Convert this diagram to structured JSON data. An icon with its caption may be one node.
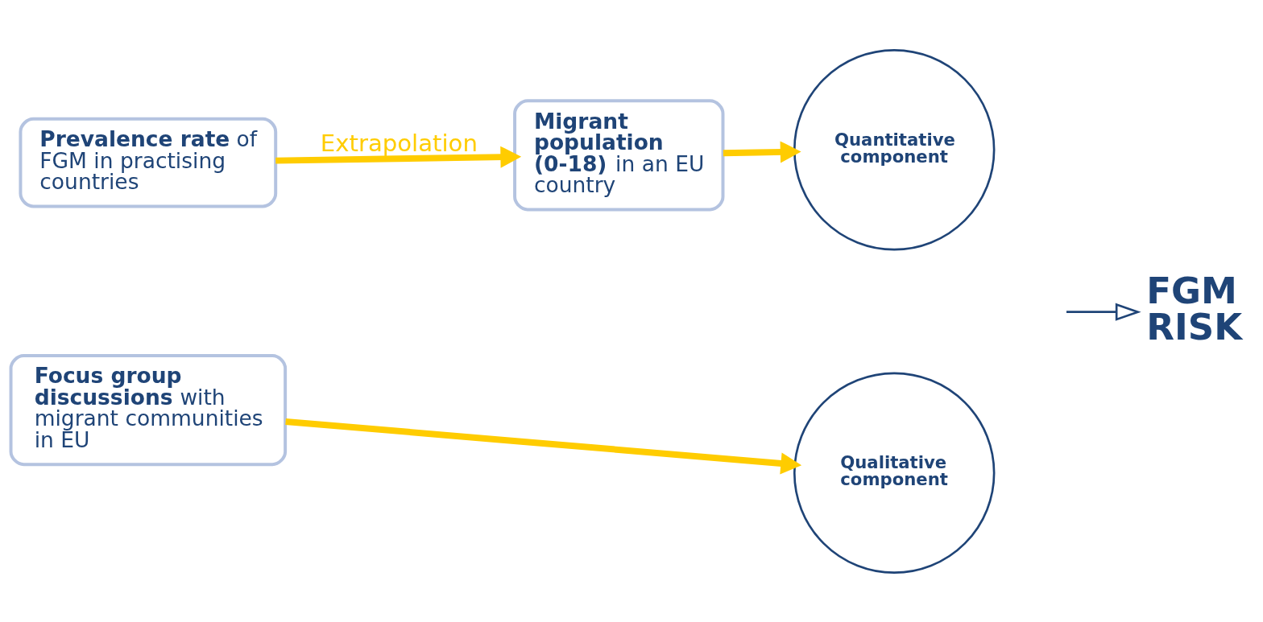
{
  "diagram": {
    "nodes": [
      {
        "text": [
          "**Prevalence rate** of FGM in practising countries"
        ]
      },
      {
        "text": [
          "**Migrant population (0-18)** in an EU country"
        ]
      },
      {
        "text": [
          "**Focus group discussions** with migrant communities in EU"
        ]
      },
      {
        "text": [
          "Quantitative component"
        ]
      },
      {
        "text": [
          "Qualitative component"
        ]
      },
      {
        "text": [
          "FGM RISK"
        ]
      }
    ],
    "edges": [
      {
        "from": 0,
        "to": 1,
        "arrow": "to",
        "label": "Extrapolation"
      },
      {
        "from": 1,
        "to": 3,
        "arrow": "to"
      },
      {
        "from": 2,
        "to": 4,
        "arrow": "to"
      },
      {
        "from": null,
        "to": 5,
        "arrow": "to",
        "color": "#1f4477"
      }
    ]
  }
}
